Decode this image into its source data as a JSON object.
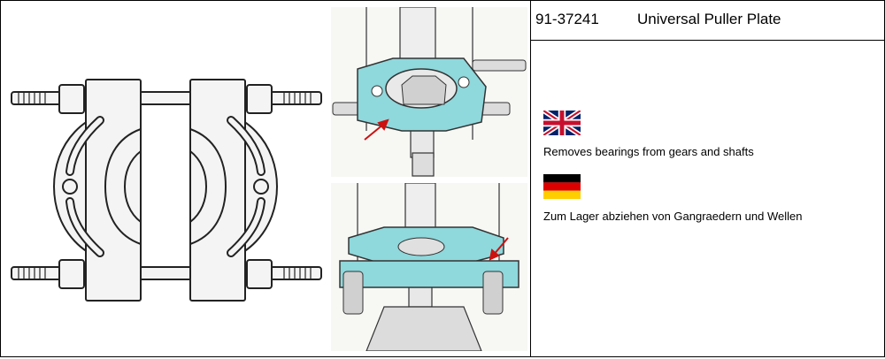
{
  "part": {
    "number": "91-37241",
    "name": "Universal Puller Plate"
  },
  "descriptions": [
    {
      "language": "English",
      "flag_icon": "uk-flag-icon",
      "text": "Removes bearings from gears and shafts"
    },
    {
      "language": "German",
      "flag_icon": "german-flag-icon",
      "text": "Zum Lager abziehen von Gangraedern und Wellen"
    }
  ],
  "colors": {
    "tool_highlight": "#8fd8dc",
    "arrow": "#cc1111",
    "line_art": "#222222"
  }
}
